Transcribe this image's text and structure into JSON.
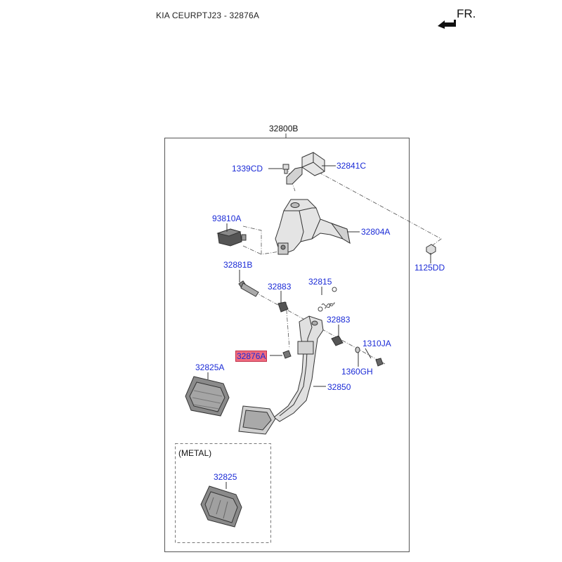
{
  "header": {
    "title": "KIA CEURPTJ23 - 32876A",
    "direction_label": "FR."
  },
  "diagram": {
    "assembly_label": "32800B",
    "highlight_color": "#f06a7e",
    "label_color": "#1a2ad6",
    "parts": [
      {
        "id": "1339cd",
        "label": "1339CD"
      },
      {
        "id": "32841c",
        "label": "32841C"
      },
      {
        "id": "93810a",
        "label": "93810A"
      },
      {
        "id": "32804a",
        "label": "32804A"
      },
      {
        "id": "1125dd",
        "label": "1125DD"
      },
      {
        "id": "32881b",
        "label": "32881B"
      },
      {
        "id": "32883-upper",
        "label": "32883"
      },
      {
        "id": "32815",
        "label": "32815"
      },
      {
        "id": "32883-lower",
        "label": "32883"
      },
      {
        "id": "1310ja",
        "label": "1310JA"
      },
      {
        "id": "32876a",
        "label": "32876A",
        "highlighted": true
      },
      {
        "id": "1360gh",
        "label": "1360GH"
      },
      {
        "id": "32825a",
        "label": "32825A"
      },
      {
        "id": "32850",
        "label": "32850"
      }
    ],
    "variant_box": {
      "title": "(METAL)",
      "part_label": "32825"
    }
  }
}
